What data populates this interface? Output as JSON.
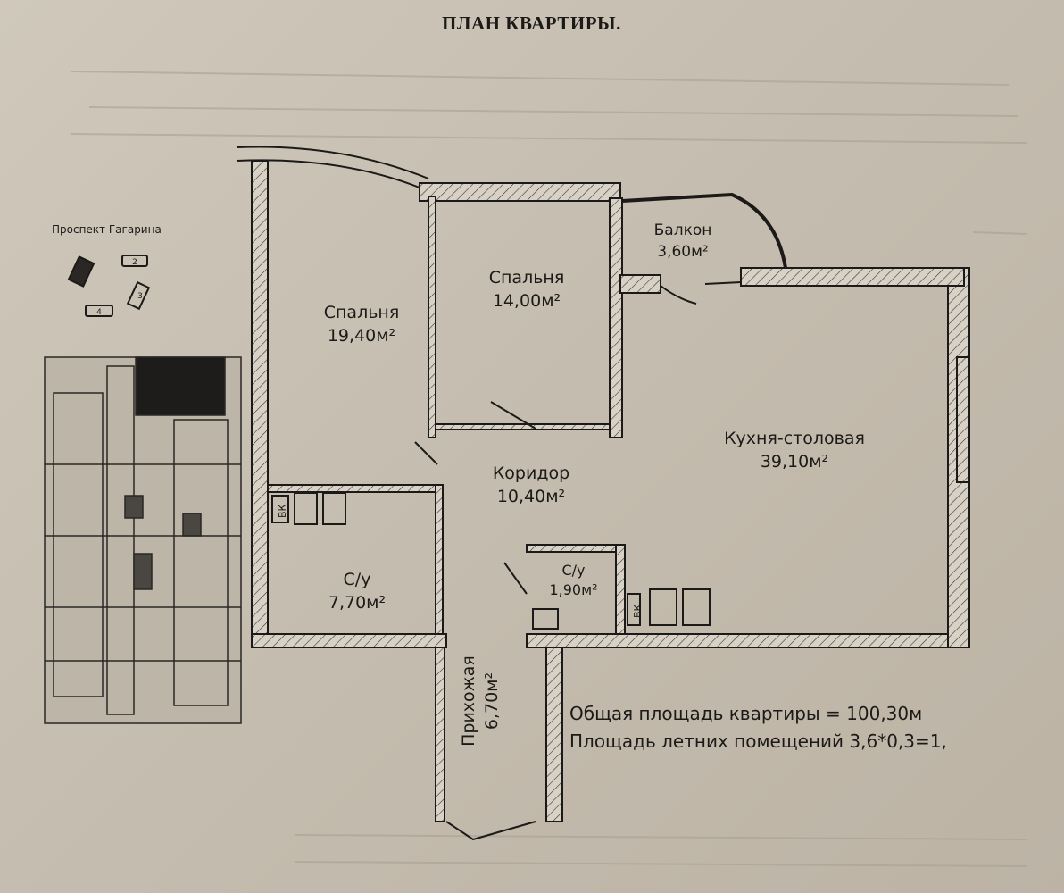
{
  "title": "ПЛАН КВАРТИРЫ.",
  "site_plan": {
    "street": "Проспект Гагарина",
    "buildings": [
      "2",
      "3",
      "4"
    ]
  },
  "rooms": [
    {
      "name": "Спальня",
      "area": "19,40м²"
    },
    {
      "name": "Спальня",
      "area": "14,00м²"
    },
    {
      "name": "Балкон",
      "area": "3,60м²"
    },
    {
      "name": "Кухня-столовая",
      "area": "39,10м²"
    },
    {
      "name": "Коридор",
      "area": "10,40м²"
    },
    {
      "name": "С/у",
      "area": "7,70м²"
    },
    {
      "name": "С/у",
      "area": "1,90м²"
    },
    {
      "name": "Прихожая",
      "area": "6,70м²"
    }
  ],
  "vent_labels": [
    "ВК",
    "ВК"
  ],
  "totals": {
    "total_area": "Общая площадь квартиры = 100,30м",
    "summer_area": "Площадь летних помещений 3,6*0,3=1,"
  },
  "colors": {
    "paper": "#c6bfb2",
    "ink": "#1c1a18"
  }
}
